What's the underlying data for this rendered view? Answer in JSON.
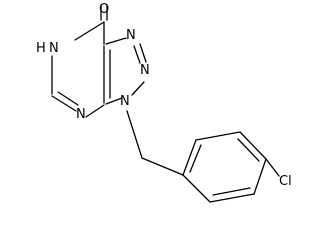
{
  "molecule": {
    "atoms": {
      "o": "O",
      "nh": "N",
      "h": "H",
      "n_left": "N",
      "n_top": "N",
      "n_right": "N",
      "n_bottom": "N",
      "cl": "Cl"
    }
  }
}
